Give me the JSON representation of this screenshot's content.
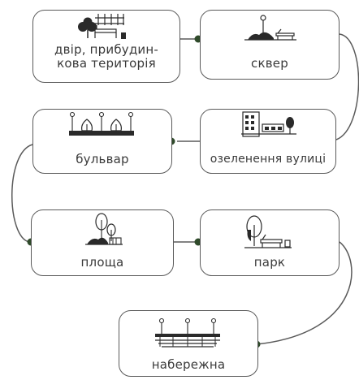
{
  "diagram": {
    "nodes": [
      {
        "id": "dvir",
        "label": "двір,   прибудин-\nкова територія",
        "icon": "house-tree-fence-icon"
      },
      {
        "id": "skver",
        "label": "сквер",
        "icon": "square-bench-icon"
      },
      {
        "id": "ozelennia",
        "label": "озеленення вулиці",
        "icon": "street-greening-icon"
      },
      {
        "id": "bulvar",
        "label": "бульвар",
        "icon": "boulevard-icon"
      },
      {
        "id": "ploshcha",
        "label": "площа",
        "icon": "city-square-icon"
      },
      {
        "id": "park",
        "label": "парк",
        "icon": "park-icon"
      },
      {
        "id": "naberezhna",
        "label": "набережна",
        "icon": "embankment-icon"
      }
    ],
    "connector_color": "#2f4a2a",
    "line_color": "#5a5a5a"
  }
}
